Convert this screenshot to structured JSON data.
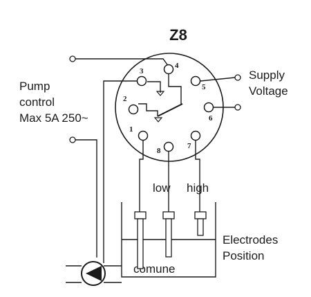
{
  "title": "Z8",
  "pump_label": [
    "Pump",
    "control",
    "Max 5A 250~"
  ],
  "supply_label": [
    "Supply",
    "Voltage"
  ],
  "electrode_labels": {
    "low": "low",
    "high": "high",
    "common": "comune"
  },
  "position_label": [
    "Electrodes",
    "Position"
  ],
  "pins": [
    "1",
    "2",
    "3",
    "4",
    "5",
    "6",
    "7",
    "8"
  ]
}
